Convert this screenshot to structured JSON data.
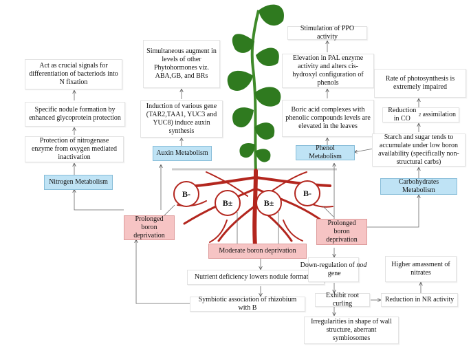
{
  "colors": {
    "blue_box": "#bfe3f5",
    "red_box": "#f6c4c4",
    "root": "#b3261e",
    "leaf": "#2f7a1f",
    "arrow": "#555555"
  },
  "circles": {
    "b_minus": "B-",
    "b_pm": "B±"
  },
  "boxes": {
    "nitrogen_metabolism": "Nitrogen Metabolism",
    "protection_nitrogenase": "Protection of nitrogenase enzyme from oxygen mediated inactivation",
    "specific_nodule": "Specific nodule formation by enhanced glycoprotein protection",
    "crucial_signals": "Act as crucial signals for differentiation of bacteriods into N fixation",
    "auxin_metabolism": "Auxin Metabolism",
    "induction_genes": "Induction of various gene (TAR2,TAA1, YUC3 and YUC8) induce auxin synthesis",
    "simultaneous_augment": "Simultaneous augment in levels of other Phytohormones viz. ABA,GB, and BRs",
    "phenol_metabolism": "Phenol Metabolism",
    "boric_acid": "Boric acid complexes with phenolic compounds levels are elevated in the leaves",
    "elevation_pal": "Elevation in PAL enzyme activity and alters cis-hydroxyl configuration of phenols",
    "stimulation_ppo": "Stimulation of PPO activity",
    "carbohydrates_metabolism": "Carbohydrates Metabolism",
    "starch_sugar": "Starch and sugar tends to accumulate under low boron availability (specifically non-structural carbs)",
    "reduction_co2_prefix": "Reduction in CO",
    "reduction_co2_sub": "2",
    "reduction_co2_suffix": " assimilation",
    "photosynthesis": "Rate of photosynthesis is extremely impaired",
    "prolonged_left": "Prolonged boron deprivation",
    "prolonged_right": "Prolonged boron deprivation",
    "moderate": "Moderate boron deprivation",
    "nutrient_deficiency": "Nutrient deficiency lowers nodule formation",
    "symbiotic_association": "Symbiotic association of rhizobium with B",
    "down_regulation_prefix": "Down-regulation of ",
    "down_regulation_italic": "nod",
    "down_regulation_suffix": " gene",
    "root_curling": "Exhibit root curling",
    "reduction_nr": "Reduction in NR activity",
    "higher_nitrates": "Higher amassment of nitrates",
    "irregularities": "Irregularities in shape of wall structure, aberrant symbiosomes"
  }
}
